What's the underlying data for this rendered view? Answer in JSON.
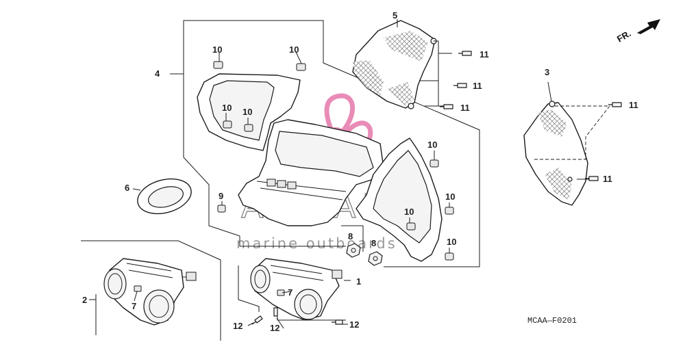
{
  "diagram": {
    "code": "MCAA—F0201",
    "direction_label": "FR.",
    "watermark": {
      "brand": "ARMADA",
      "tagline": "marine outboards"
    },
    "callouts": {
      "c1": "1",
      "c2": "2",
      "c3": "3",
      "c4": "4",
      "c5": "5",
      "c6": "6",
      "c7a": "7",
      "c7b": "7",
      "c8a": "8",
      "c8b": "8",
      "c9": "9",
      "c10a": "10",
      "c10b": "10",
      "c10c": "10",
      "c10d": "10",
      "c10e": "10",
      "c10f": "10",
      "c10g": "10",
      "c10h": "10",
      "c11a": "11",
      "c11b": "11",
      "c11c": "11",
      "c11d": "11",
      "c11e": "11",
      "c12a": "12",
      "c12b": "12",
      "c12c": "12"
    },
    "colors": {
      "line": "#1a1a1a",
      "watermark_pink": "#e77fb0",
      "watermark_gray": "#8a8a8a"
    }
  }
}
